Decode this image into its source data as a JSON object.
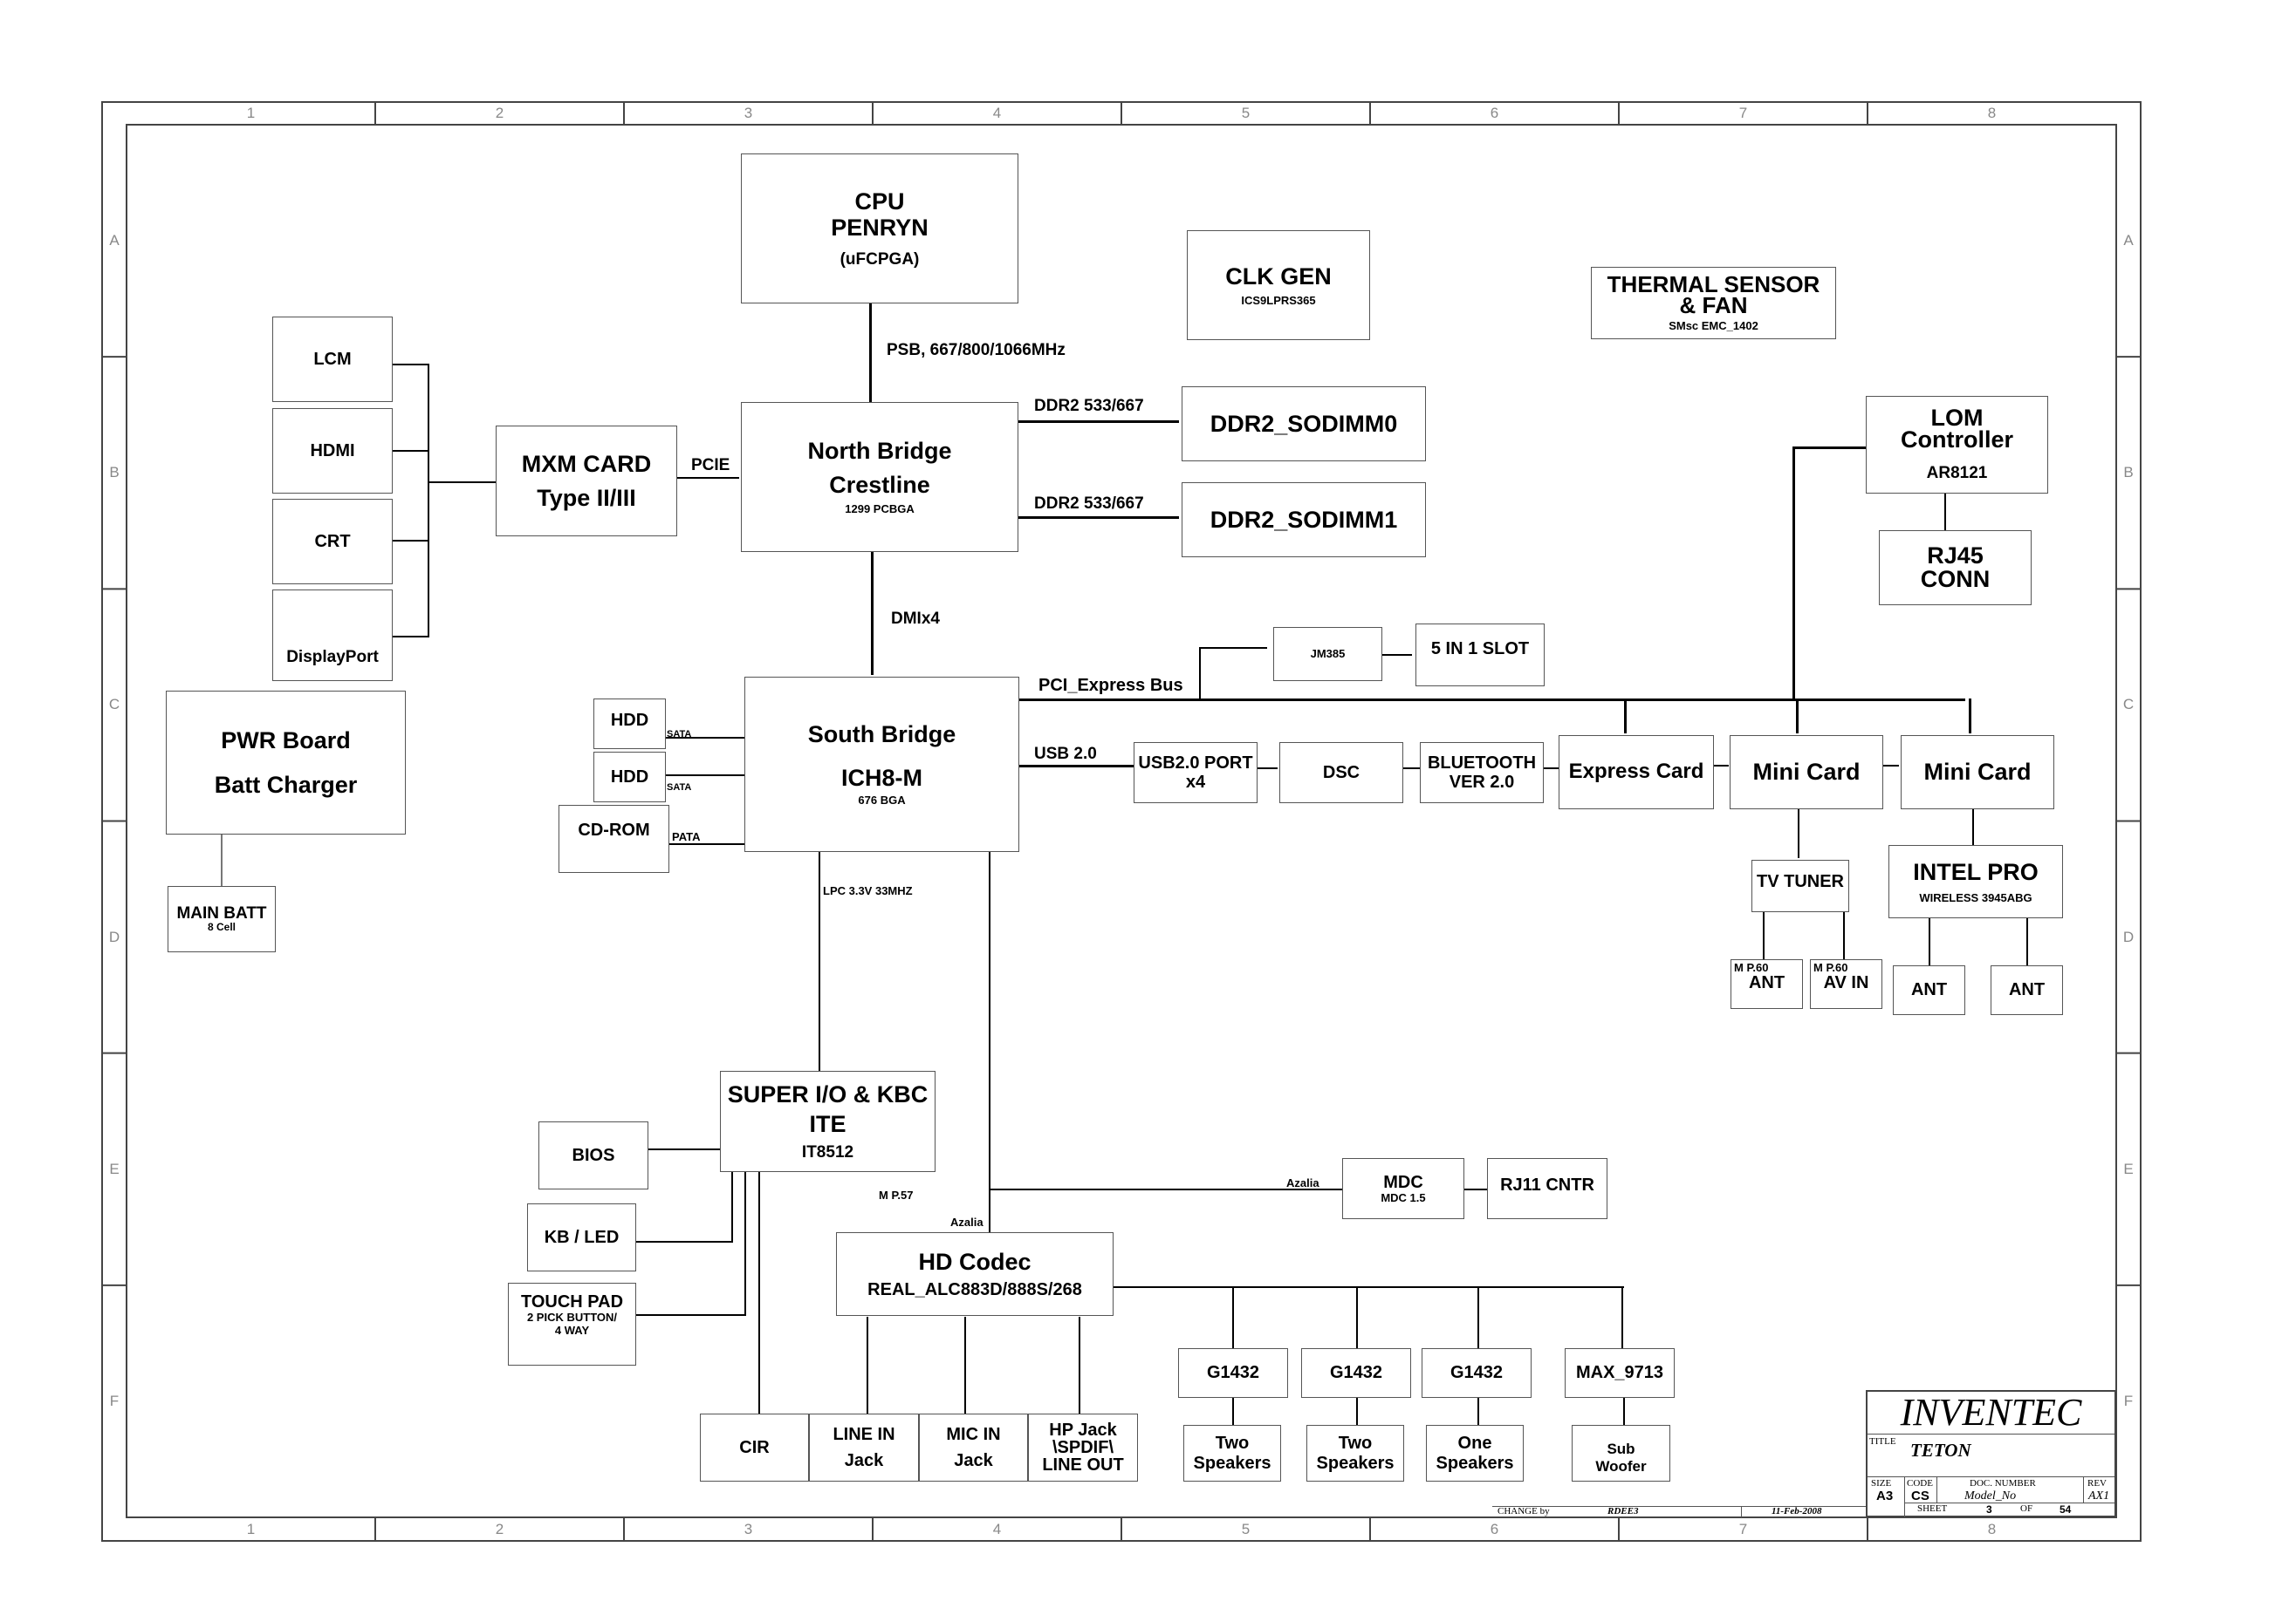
{
  "frame": {
    "columns": [
      "1",
      "2",
      "3",
      "4",
      "5",
      "6",
      "7",
      "8"
    ],
    "rows": [
      "A",
      "B",
      "C",
      "D",
      "E",
      "F"
    ]
  },
  "blocks": {
    "cpu": {
      "l1": "CPU",
      "l2": "PENRYN",
      "l3": "(uFCPGA)"
    },
    "clk_gen": {
      "l1": "CLK GEN",
      "l2": "ICS9LPRS365"
    },
    "thermal": {
      "l1": "THERMAL SENSOR",
      "l2": "& FAN",
      "l3": "SMsc EMC_1402"
    },
    "lcm": "LCM",
    "hdmi": "HDMI",
    "crt": "CRT",
    "displayport": "DisplayPort",
    "mxm": {
      "l1": "MXM CARD",
      "l2": "Type II/III"
    },
    "north_bridge": {
      "l1": "North Bridge",
      "l2": "Crestline",
      "l3": "1299 PCBGA"
    },
    "sodimm0": "DDR2_SODIMM0",
    "sodimm1": "DDR2_SODIMM1",
    "lom": {
      "l1": "LOM",
      "l2": "Controller",
      "l3": "AR8121"
    },
    "rj45": {
      "l1": "RJ45",
      "l2": "CONN"
    },
    "jm385": "JM385",
    "slot5in1": "5 IN 1 SLOT",
    "pwr": {
      "l1": "PWR Board",
      "l2": "Batt Charger"
    },
    "main_batt": {
      "l1": "MAIN BATT",
      "l2": "8 Cell"
    },
    "hdd1": "HDD",
    "hdd2": "HDD",
    "cdrom": "CD-ROM",
    "south_bridge": {
      "l1": "South Bridge",
      "l2": "ICH8-M",
      "l3": "676 BGA"
    },
    "usb_port": {
      "l1": "USB2.0 PORT",
      "l2": "x4"
    },
    "dsc": "DSC",
    "bluetooth": {
      "l1": "BLUETOOTH",
      "l2": "VER 2.0"
    },
    "express_card": "Express Card",
    "mini_card1": "Mini Card",
    "mini_card2": "Mini Card",
    "tv_tuner": "TV TUNER",
    "intel_pro": {
      "l1": "INTEL PRO",
      "l2": "WIRELESS 3945ABG"
    },
    "ant1": {
      "ref": "M P.60",
      "l1": "ANT"
    },
    "avin": {
      "ref": "M P.60",
      "l1": "AV IN"
    },
    "ant2": "ANT",
    "ant3": "ANT",
    "super_io": {
      "l1": "SUPER I/O & KBC",
      "l2": "ITE",
      "l3": "IT8512"
    },
    "bios": "BIOS",
    "kb_led": "KB / LED",
    "touch_pad": {
      "l1": "TOUCH PAD",
      "l2": "2 PICK BUTTON/",
      "l3": "4 WAY"
    },
    "mdc": {
      "l1": "MDC",
      "l2": "MDC 1.5"
    },
    "rj11": "RJ11 CNTR",
    "hd_codec": {
      "l1": "HD Codec",
      "l2": "REAL_ALC883D/888S/268"
    },
    "cir": "CIR",
    "line_in": {
      "l1": "LINE IN",
      "l2": "Jack"
    },
    "mic_in": {
      "l1": "MIC IN",
      "l2": "Jack"
    },
    "hp_jack": {
      "l1": "HP Jack",
      "l2": "\\SPDIF\\",
      "l3": "LINE OUT"
    },
    "g1432_1": "G1432",
    "g1432_2": "G1432",
    "g1432_3": "G1432",
    "max9713": "MAX_9713",
    "spk1": {
      "l1": "Two",
      "l2": "Speakers"
    },
    "spk2": {
      "l1": "Two",
      "l2": "Speakers"
    },
    "spk3": {
      "l1": "One",
      "l2": "Speakers"
    },
    "woofer": {
      "l1": "Sub",
      "l2": "Woofer"
    }
  },
  "labels": {
    "psb": "PSB, 667/800/1066MHz",
    "ddr_a": "DDR2 533/667",
    "ddr_b": "DDR2 533/667",
    "pcie": "PCIE",
    "dmi": "DMIx4",
    "pci_express": "PCI_Express Bus",
    "usb": "USB 2.0",
    "sata1": "SATA",
    "sata2": "SATA",
    "pata": "PATA",
    "lpc": "LPC 3.3V 33MHZ",
    "mp57": "M P.57",
    "azalia1": "Azalia",
    "azalia2": "Azalia"
  },
  "title_block": {
    "company": "INVENTEC",
    "title_label": "TITLE",
    "title": "TETON",
    "size_label": "SIZE",
    "size": "A3",
    "code_label": "CODE",
    "code": "CS",
    "doc_label": "DOC. NUMBER",
    "doc": "Model_No",
    "rev_label": "REV",
    "rev": "AX1",
    "sheet_label": "SHEET",
    "sheet": "3",
    "of_label": "OF",
    "of": "54",
    "change_label": "CHANGE by",
    "change_by": "RDEE3",
    "date": "11-Feb-2008"
  }
}
